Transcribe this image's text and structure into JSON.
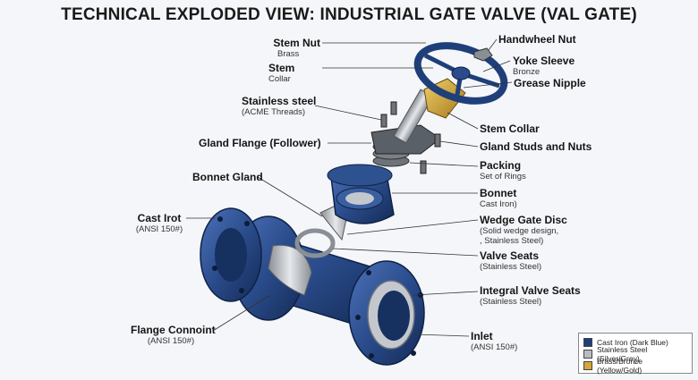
{
  "title": "TECHNICAL EXPLODED VIEW: INDUSTRIAL GATE VALVE (VAL GATE)",
  "labels_left": [
    {
      "id": "stem-nut",
      "main": "Stem Nut",
      "sub": "Brass"
    },
    {
      "id": "stem",
      "main": "Stem",
      "sub": "Collar"
    },
    {
      "id": "stainless-steel",
      "main": "Stainless steel",
      "sub": "(ACME Threads)"
    },
    {
      "id": "gland-flange",
      "main": "Gland Flange (Follower)",
      "sub": ""
    },
    {
      "id": "bonnet-gland",
      "main": "Bonnet Gland",
      "sub": ""
    },
    {
      "id": "cast-irot",
      "main": "Cast Irot",
      "sub": "(ANSI 150#)"
    },
    {
      "id": "flange-connoint",
      "main": "Flange Connoint",
      "sub": "(ANSI 150#)"
    }
  ],
  "labels_right": [
    {
      "id": "handwheel-nut",
      "main": "Handwheel Nut",
      "sub": ""
    },
    {
      "id": "yoke-sleeve",
      "main": "Yoke Sleeve",
      "sub": "Bronze"
    },
    {
      "id": "grease-nipple",
      "main": "Grease Nipple",
      "sub": ""
    },
    {
      "id": "stem-collar",
      "main": "Stem Collar",
      "sub": ""
    },
    {
      "id": "gland-studs",
      "main": "Gland Studs and Nuts",
      "sub": ""
    },
    {
      "id": "packing",
      "main": "Packing",
      "sub": "Set of Rings"
    },
    {
      "id": "bonnet",
      "main": "Bonnet",
      "sub": "Cast Iron)"
    },
    {
      "id": "wedge-gate-disc",
      "main": "Wedge Gate Disc",
      "sub": "(Solid wedge design,",
      "sub2": ", Stainless Steel)"
    },
    {
      "id": "valve-seats",
      "main": "Valve Seats",
      "sub": "(Stainless Steel)"
    },
    {
      "id": "integral-valve-seats",
      "main": "Integral Valve Seats",
      "sub": "(Stainless Steel)"
    },
    {
      "id": "inlet",
      "main": "Inlet",
      "sub": "(ANSI 150#)"
    }
  ],
  "legend": [
    {
      "label": "Cast Iron (Dark Blue)",
      "color": "#1f3f7a"
    },
    {
      "label": "Stainless Steel (Silver/Grey)",
      "color": "#b8bcc2"
    },
    {
      "label": "Brass/Bronze (Yellow/Gold)",
      "color": "#d4a53a"
    }
  ],
  "colors": {
    "cast_iron": "#2a4c8c",
    "cast_iron_dark": "#16305f",
    "steel": "#b8bcc2",
    "brass": "#d4a53a"
  }
}
